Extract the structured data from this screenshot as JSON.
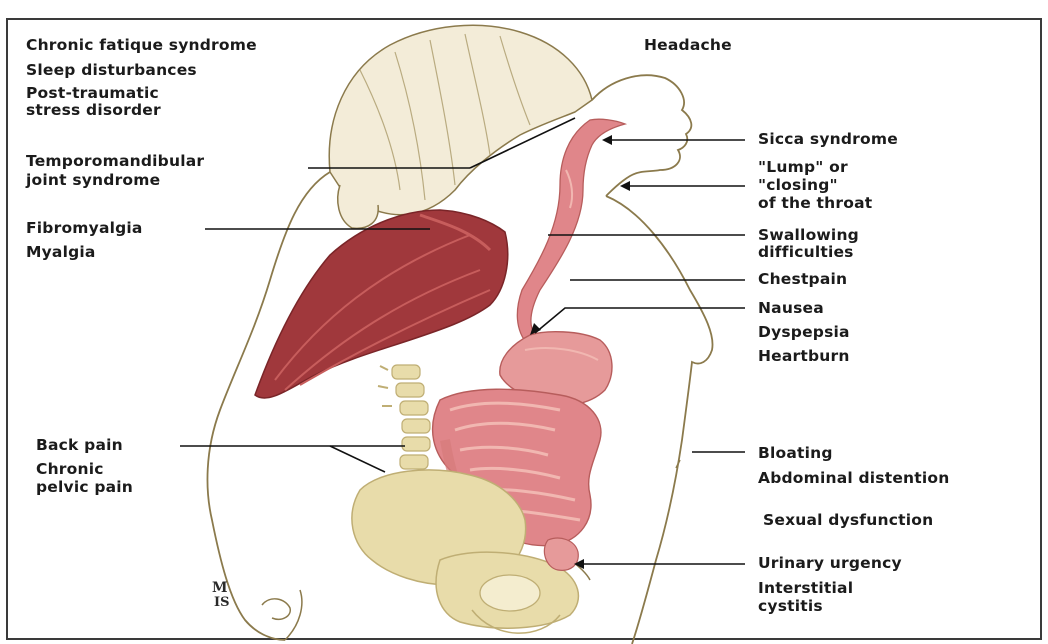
{
  "palette": {
    "outline": "#8b7a4c",
    "muscle": "#a0383c",
    "muscle_light": "#c75d5c",
    "gut": "#e0868a",
    "gut_light": "#f1b7b1",
    "bone": "#e8dcaa",
    "bone_dark": "#bfae74",
    "text": "#1b1b1b",
    "leader": "#111111"
  },
  "labels_left": {
    "chronic_fatigue": "Chronic fatique syndrome",
    "sleep": "Sleep disturbances",
    "ptsd_line1": "Post-traumatic",
    "ptsd_line2": "stress disorder",
    "tmj_line1": "Temporomandibular",
    "tmj_line2": "joint syndrome",
    "fibromyalgia": "Fibromyalgia",
    "myalgia": "Myalgia",
    "back_pain": "Back pain",
    "pelvic_line1": "Chronic",
    "pelvic_line2": "pelvic pain"
  },
  "labels_right": {
    "headache": "Headache",
    "sicca": "Sicca syndrome",
    "lump_line1": "\"Lump\" or",
    "lump_line2": "\"closing\"",
    "lump_line3": "of the throat",
    "swallow_line1": "Swallowing",
    "swallow_line2": "difficulties",
    "chestpain": "Chestpain",
    "nausea": "Nausea",
    "dyspepsia": "Dyspepsia",
    "heartburn": "Heartburn",
    "bloating": "Bloating",
    "abdominal": "Abdominal distention",
    "sexual": "Sexual dysfunction",
    "urinary": "Urinary urgency",
    "interstitial_line1": "Interstitial",
    "interstitial_line2": "cystitis"
  }
}
